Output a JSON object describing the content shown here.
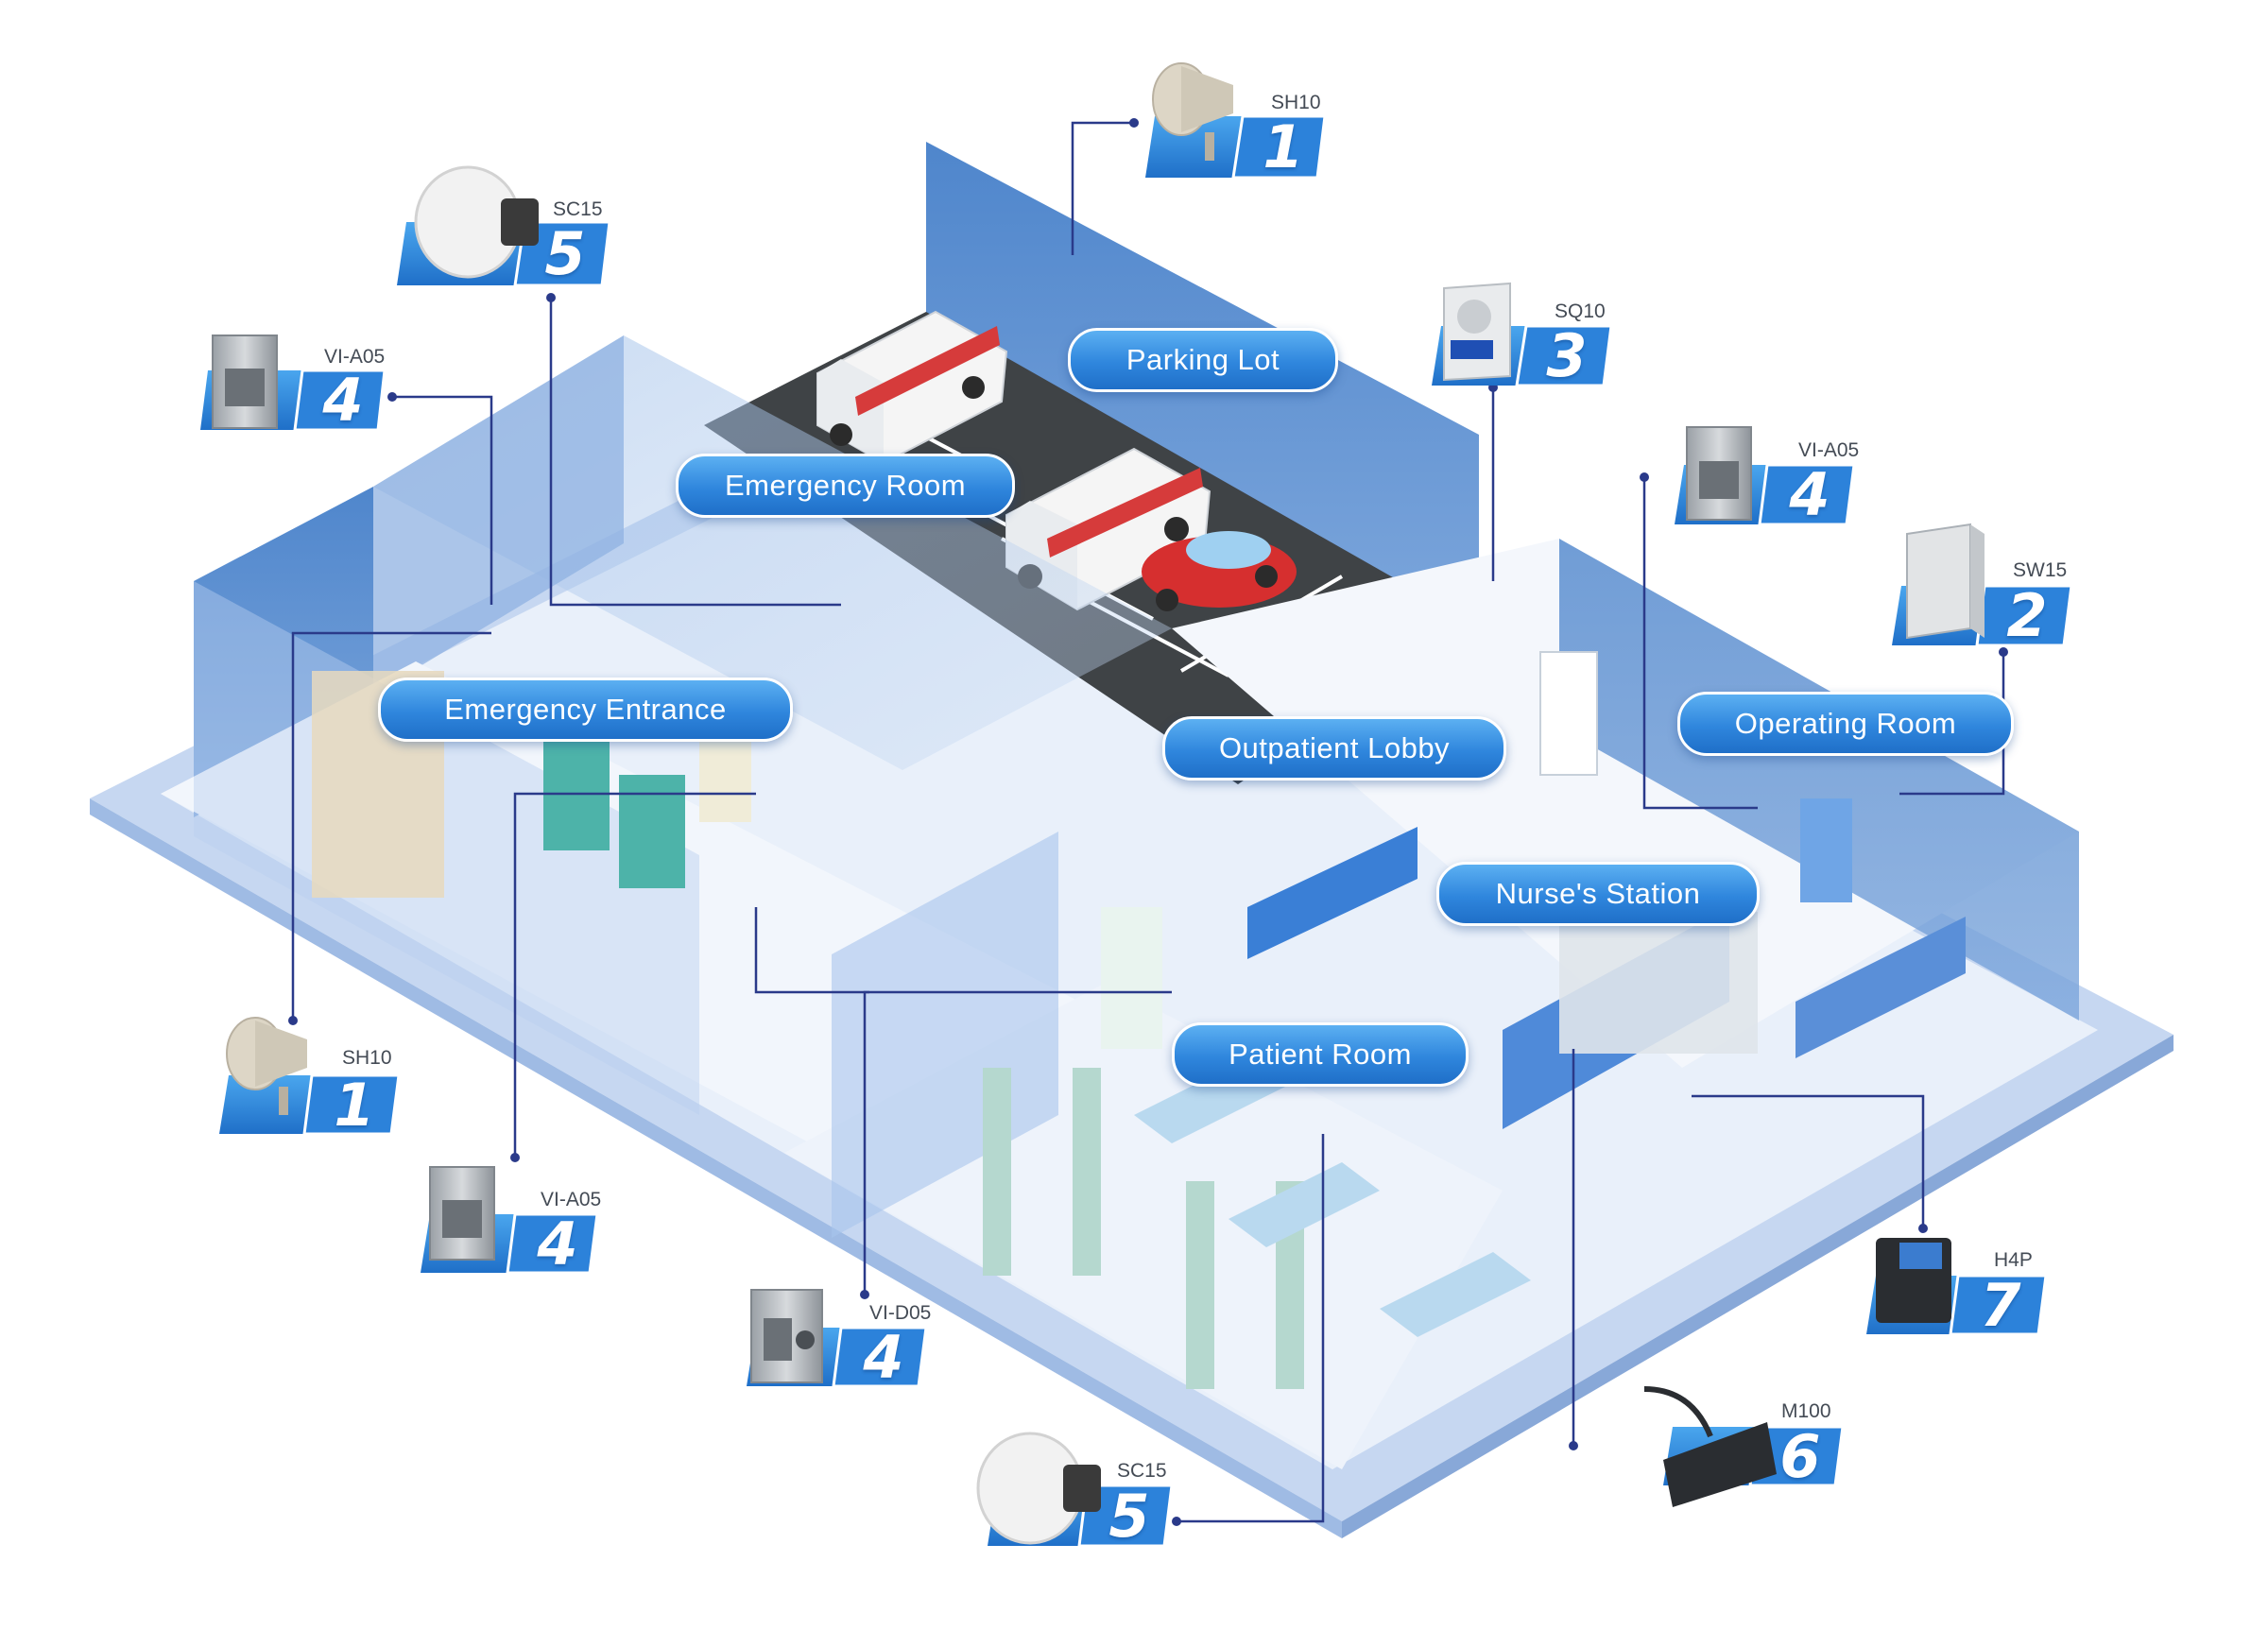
{
  "colors": {
    "badge_blue": "#2f86dd",
    "wall_blue": "#5b8fd0",
    "floor_light": "#eef3fb",
    "connector_line": "#2a3a8a"
  },
  "areas": {
    "parking_lot": "Parking Lot",
    "emergency_room": "Emergency Room",
    "emergency_entrance": "Emergency Entrance",
    "outpatient_lobby": "Outpatient Lobby",
    "operating_room": "Operating Room",
    "nurses_station": "Nurse's Station",
    "patient_room": "Patient Room"
  },
  "devices": [
    {
      "model": "SH10",
      "number": "1",
      "icon": "horn-speaker-icon"
    },
    {
      "model": "SC15",
      "number": "5",
      "icon": "ceiling-speaker-icon"
    },
    {
      "model": "VI-A05",
      "number": "4",
      "icon": "intercom-panel-icon"
    },
    {
      "model": "SQ10",
      "number": "3",
      "icon": "clock-speaker-icon"
    },
    {
      "model": "VI-A05",
      "number": "4",
      "icon": "intercom-panel-icon"
    },
    {
      "model": "SW15",
      "number": "2",
      "icon": "wall-speaker-icon"
    },
    {
      "model": "SH10",
      "number": "1",
      "icon": "horn-speaker-icon"
    },
    {
      "model": "VI-A05",
      "number": "4",
      "icon": "intercom-panel-icon"
    },
    {
      "model": "VI-D05",
      "number": "4",
      "icon": "intercom-panel-icon"
    },
    {
      "model": "H4P",
      "number": "7",
      "icon": "ip-phone-icon"
    },
    {
      "model": "M100",
      "number": "6",
      "icon": "paging-microphone-icon"
    },
    {
      "model": "SC15",
      "number": "5",
      "icon": "ceiling-speaker-icon"
    }
  ]
}
